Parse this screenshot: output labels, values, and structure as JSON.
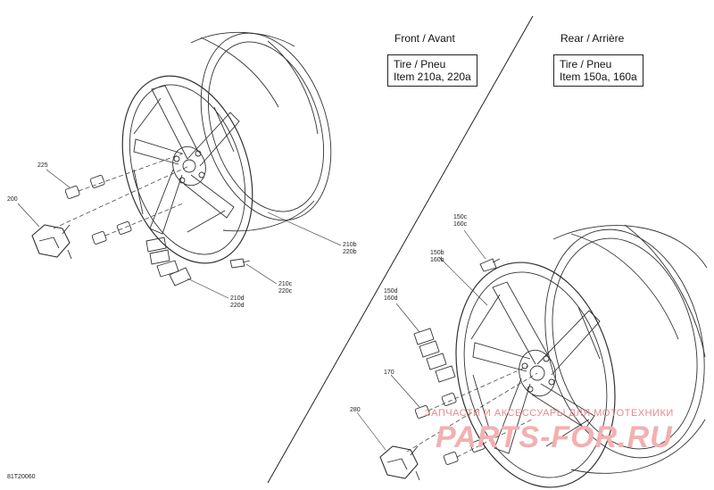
{
  "front": {
    "title": "Front / Avant",
    "box_line1": "Tire / Pneu",
    "box_line2": "Item 210a, 220a"
  },
  "rear": {
    "title": "Rear / Arrière",
    "box_line1": "Tire / Pneu",
    "box_line2": "Item 150a, 160a"
  },
  "labels": {
    "f225": "225",
    "f200": "200",
    "f210b": "210b",
    "f220b": "220b",
    "f210c": "210c",
    "f220c": "220c",
    "f210d": "210d",
    "f220d": "220d",
    "r150c": "150c",
    "r160c": "160c",
    "r150b": "150b",
    "r160b": "160b",
    "r150d": "150d",
    "r160d": "160d",
    "r170": "170",
    "r280": "280"
  },
  "drawing_code": "81T20060",
  "watermark": {
    "line1": "ЗАПЧАСТИ И АКСЕССУАРЫ ДЛЯ МОТОТЕХНИКИ",
    "line2": "PARTS-FOR.RU"
  }
}
